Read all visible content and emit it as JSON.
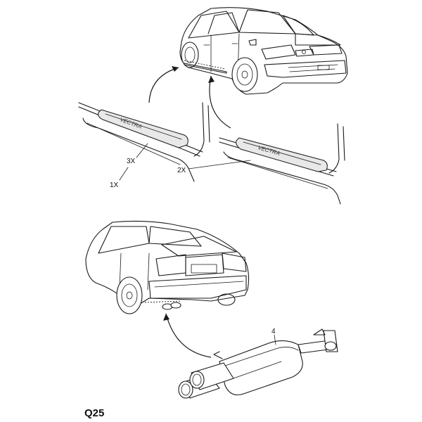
{
  "callouts": {
    "part1": "1X",
    "part2": "2X",
    "part3": "3X",
    "part4": "4"
  },
  "sill_text": {
    "left": "VECTRA",
    "right": "VECTRA"
  },
  "page_code": "Q25",
  "icons": {
    "car_front": "sedan-front-three-quarter-icon",
    "car_rear": "hatchback-rear-three-quarter-icon",
    "sill_plate": "door-sill-plate-icon",
    "muffler": "twin-tip-rear-muffler-icon"
  }
}
